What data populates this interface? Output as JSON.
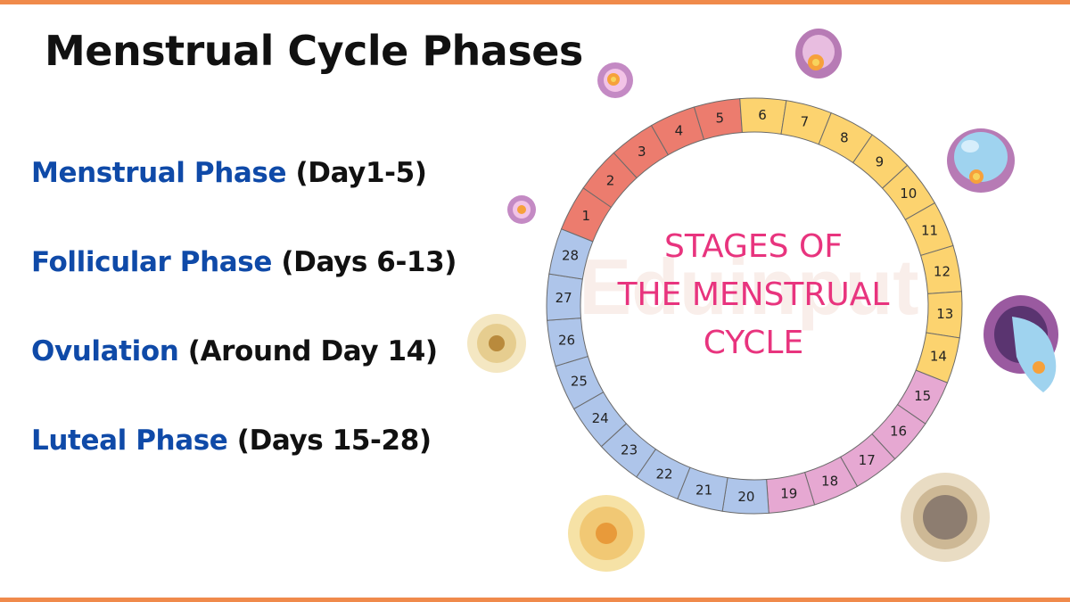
{
  "title": "Menstrual Cycle Phases",
  "phases": [
    {
      "name": "Menstrual Phase",
      "range": "(Day1-5)"
    },
    {
      "name": "Follicular Phase",
      "range": "(Days 6-13)"
    },
    {
      "name": "Ovulation",
      "range": "(Around Day 14)"
    },
    {
      "name": "Luteal Phase",
      "range": "(Days 15-28)"
    }
  ],
  "wheel": {
    "center_lines": [
      "STAGES OF",
      "THE MENSTRUAL",
      "CYCLE"
    ],
    "days": [
      "1",
      "2",
      "3",
      "4",
      "5",
      "6",
      "7",
      "8",
      "9",
      "10",
      "11",
      "12",
      "13",
      "14",
      "15",
      "16",
      "17",
      "18",
      "19",
      "20",
      "21",
      "22",
      "23",
      "24",
      "25",
      "26",
      "27",
      "28"
    ],
    "segment_groups": [
      {
        "from": 1,
        "to": 5,
        "fill": "#ec7c6e"
      },
      {
        "from": 6,
        "to": 14,
        "fill": "#fcd36f"
      },
      {
        "from": 15,
        "to": 19,
        "fill": "#e6a8d2"
      },
      {
        "from": 20,
        "to": 28,
        "fill": "#aec5ea"
      }
    ],
    "center_text_color": "#e8347e"
  },
  "colors": {
    "accent_bar": "#f08a4b",
    "phase_name": "#0f4aa8",
    "title": "#111111"
  },
  "decorations": [
    "cell-icon",
    "cell-icon",
    "cell-icon",
    "follicle-icon",
    "follicle-icon",
    "corpus-luteum-icon",
    "ovulating-follicle-icon",
    "oocyte-icon"
  ]
}
